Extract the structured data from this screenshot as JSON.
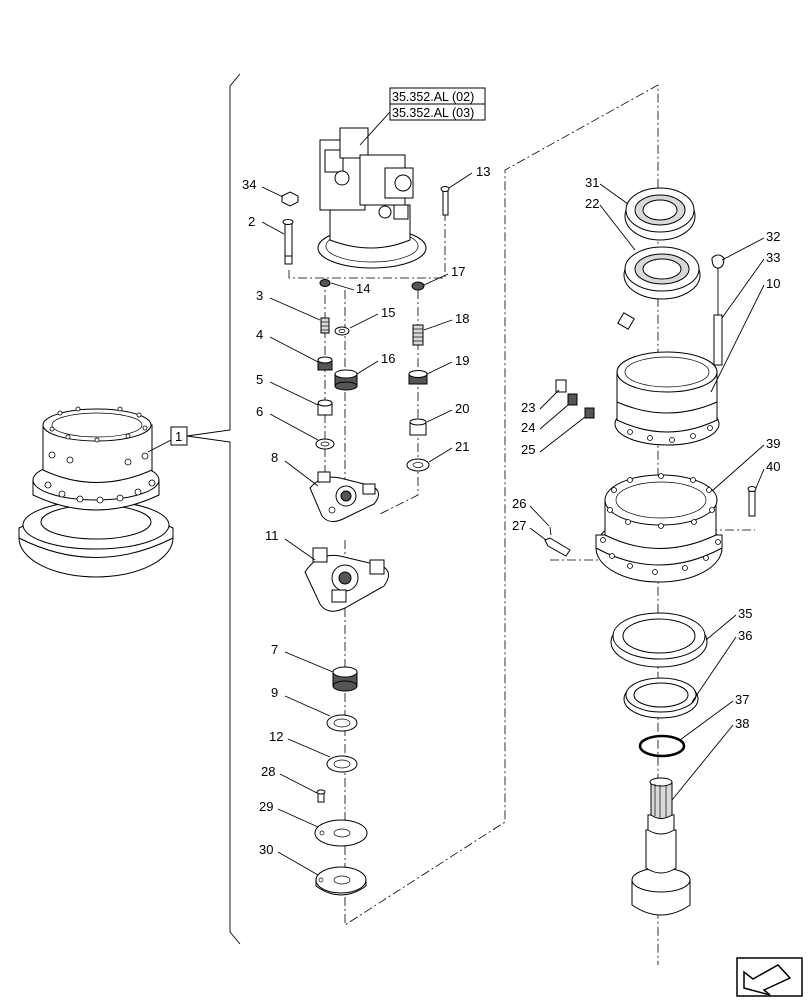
{
  "references": {
    "ref_a": "35.352.AL (02)",
    "ref_b": "35.352.AL (03)"
  },
  "callouts": [
    "1",
    "2",
    "3",
    "4",
    "5",
    "6",
    "7",
    "8",
    "9",
    "10",
    "11",
    "12",
    "13",
    "14",
    "15",
    "16",
    "17",
    "18",
    "19",
    "20",
    "21",
    "22",
    "23",
    "24",
    "25",
    "26",
    "27",
    "28",
    "29",
    "30",
    "31",
    "32",
    "33",
    "34",
    "35",
    "36",
    "37",
    "38",
    "39",
    "40"
  ]
}
